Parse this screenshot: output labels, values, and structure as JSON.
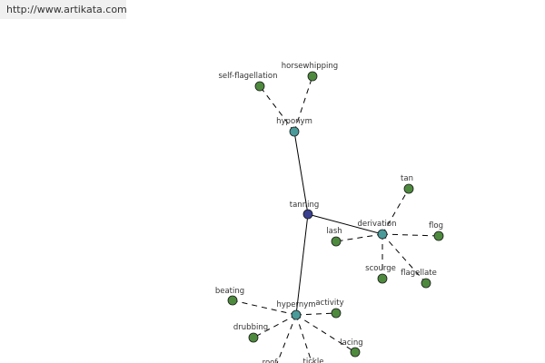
{
  "source": {
    "link_text": "http://www.artikata.com"
  },
  "colors": {
    "root_node": "#3a3f8f",
    "relation_node": "#4a9a9a",
    "leaf_node": "#4e8a3e"
  },
  "graph": {
    "root": {
      "id": "tanning",
      "label": "tanning",
      "kind": "root"
    },
    "nodes": [
      {
        "id": "hyponym",
        "label": "hyponym",
        "kind": "relation"
      },
      {
        "id": "derivation",
        "label": "derivation",
        "kind": "relation"
      },
      {
        "id": "hypernym",
        "label": "hypernym",
        "kind": "relation"
      },
      {
        "id": "self-flagellation",
        "label": "self-flagellation",
        "kind": "leaf"
      },
      {
        "id": "horsewhipping",
        "label": "horsewhipping",
        "kind": "leaf"
      },
      {
        "id": "tan",
        "label": "tan",
        "kind": "leaf"
      },
      {
        "id": "flog",
        "label": "flog",
        "kind": "leaf"
      },
      {
        "id": "lash",
        "label": "lash",
        "kind": "leaf"
      },
      {
        "id": "scourge",
        "label": "scourge",
        "kind": "leaf"
      },
      {
        "id": "flagellate",
        "label": "flagellate",
        "kind": "leaf"
      },
      {
        "id": "beating",
        "label": "beating",
        "kind": "leaf"
      },
      {
        "id": "activity",
        "label": "activity",
        "kind": "leaf"
      },
      {
        "id": "drubbing",
        "label": "drubbing",
        "kind": "leaf"
      },
      {
        "id": "lacing",
        "label": "lacing",
        "kind": "leaf"
      },
      {
        "id": "roof",
        "label": "roof",
        "kind": "leaf"
      },
      {
        "id": "tickle",
        "label": "tickle",
        "kind": "leaf"
      }
    ],
    "edges": [
      {
        "from": "tanning",
        "to": "hyponym",
        "style": "solid"
      },
      {
        "from": "tanning",
        "to": "derivation",
        "style": "solid"
      },
      {
        "from": "tanning",
        "to": "hypernym",
        "style": "solid"
      },
      {
        "from": "hyponym",
        "to": "self-flagellation",
        "style": "dashed"
      },
      {
        "from": "hyponym",
        "to": "horsewhipping",
        "style": "dashed"
      },
      {
        "from": "derivation",
        "to": "tan",
        "style": "dashed"
      },
      {
        "from": "derivation",
        "to": "flog",
        "style": "dashed"
      },
      {
        "from": "derivation",
        "to": "lash",
        "style": "dashed"
      },
      {
        "from": "derivation",
        "to": "scourge",
        "style": "dashed"
      },
      {
        "from": "derivation",
        "to": "flagellate",
        "style": "dashed"
      },
      {
        "from": "hypernym",
        "to": "beating",
        "style": "dashed"
      },
      {
        "from": "hypernym",
        "to": "activity",
        "style": "dashed"
      },
      {
        "from": "hypernym",
        "to": "drubbing",
        "style": "dashed"
      },
      {
        "from": "hypernym",
        "to": "lacing",
        "style": "dashed"
      },
      {
        "from": "hypernym",
        "to": "roof",
        "style": "dashed"
      },
      {
        "from": "hypernym",
        "to": "tickle",
        "style": "dashed"
      }
    ]
  }
}
